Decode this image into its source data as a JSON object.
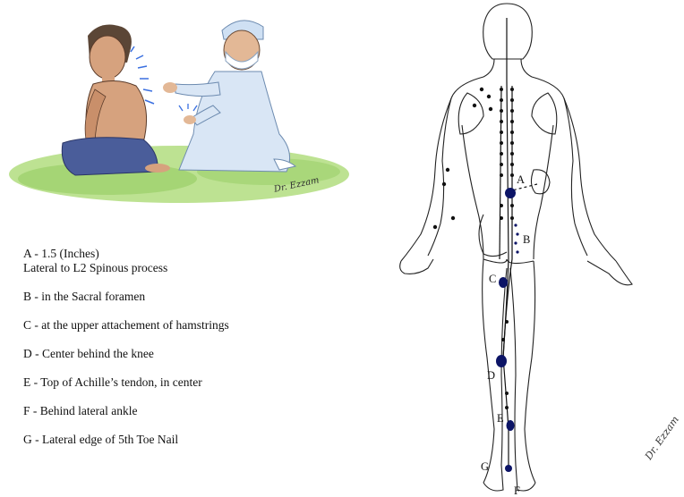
{
  "signature": "Dr. Ezzam",
  "legend": [
    {
      "line1": "A - 1.5 (Inches)",
      "line2": "Lateral to L2 Spinous process"
    },
    {
      "line1": "B - in the Sacral foramen"
    },
    {
      "line1": "C - at the upper attachement of hamstrings"
    },
    {
      "line1": "D - Center behind the knee"
    },
    {
      "line1": "E - Top of Achille’s tendon, in center"
    },
    {
      "line1": "F - Behind lateral ankle"
    },
    {
      "line1": "G - Lateral edge of 5th Toe Nail"
    }
  ],
  "points": {
    "a": "A",
    "b": "B",
    "c": "C",
    "d": "D",
    "e": "E",
    "f": "F",
    "g": "G"
  },
  "colors": {
    "point": "#0c1466",
    "meridian": "#111111",
    "grass": "#9bd06a",
    "robe": "#d9e6f5",
    "cloth": "#4a5d9a",
    "skin": "#d6a27e"
  }
}
